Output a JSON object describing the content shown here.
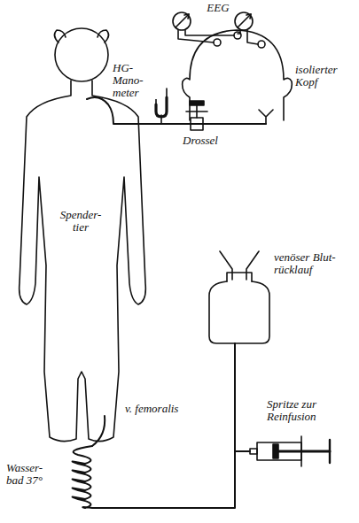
{
  "diagram": {
    "labels": [
      "EEG",
      "HG-Mano- meter",
      "isolierter Kopf",
      "Drossel",
      "venöser Blut- rücklauf",
      "Spender- tier",
      "Spritze zur Reinfusion",
      "v. femoralis",
      "Wasser- bad 37°"
    ]
  }
}
